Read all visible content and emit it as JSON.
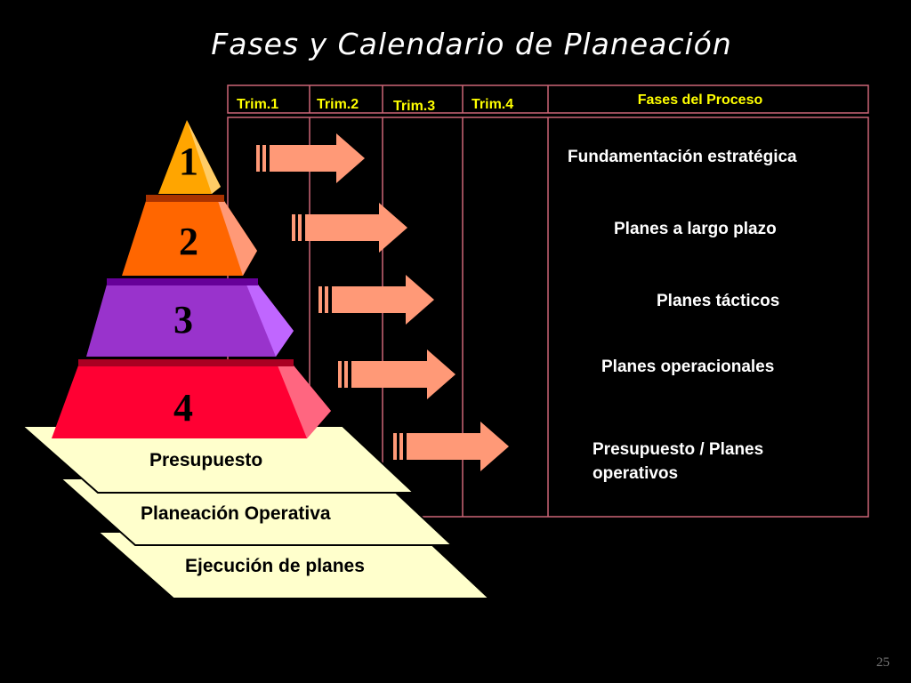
{
  "title": "Fases y Calendario de Planeación",
  "calendar": {
    "quarters": [
      "Trim.1",
      "Trim.2",
      "Trim.3",
      "Trim.4"
    ],
    "phases_header": "Fases del Proceso",
    "phases": [
      "Fundamentación estratégica",
      "Planes a largo plazo",
      "Planes tácticos",
      "Planes operacionales",
      "Presupuesto / Planes operativos"
    ]
  },
  "pyramid": {
    "levels": [
      {
        "number": "1",
        "color": "#ffa500"
      },
      {
        "number": "2",
        "color": "#ff6600"
      },
      {
        "number": "3",
        "color": "#9933cc"
      },
      {
        "number": "4",
        "color": "#ff0033"
      }
    ]
  },
  "steps": [
    "Presupuesto",
    "Planeación Operativa",
    "Ejecución de planes"
  ],
  "colors": {
    "arrow": "#ff9977",
    "frame": "#cc6677",
    "quarter_text": "#ffff00",
    "step_fill": "#ffffcc"
  },
  "page_number": "25"
}
